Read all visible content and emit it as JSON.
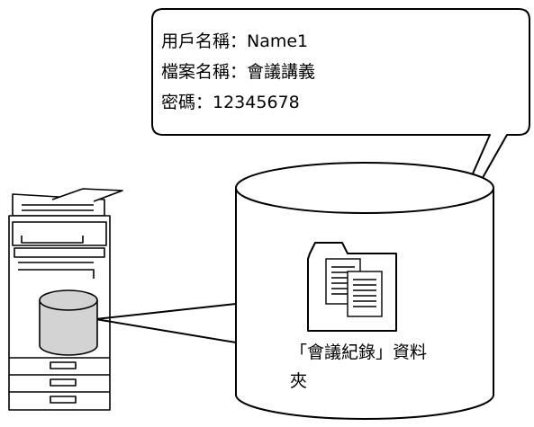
{
  "callout": {
    "user_name_line": "用戶名稱：Name1",
    "file_name_line": "檔案名稱：會議講義",
    "password_line": "密碼：12345678"
  },
  "folder": {
    "label_line1": "「會議紀錄」資料",
    "label_line2": "夾"
  },
  "colors": {
    "stroke": "#000000",
    "background": "#ffffff",
    "machine_storage_fill": "#d3d3d3"
  },
  "icons": {
    "machine": "multifunction-printer-icon",
    "machine_storage": "storage-cylinder-icon",
    "folder": "folder-icon",
    "documents": "documents-icon",
    "storage": "database-cylinder-icon"
  }
}
